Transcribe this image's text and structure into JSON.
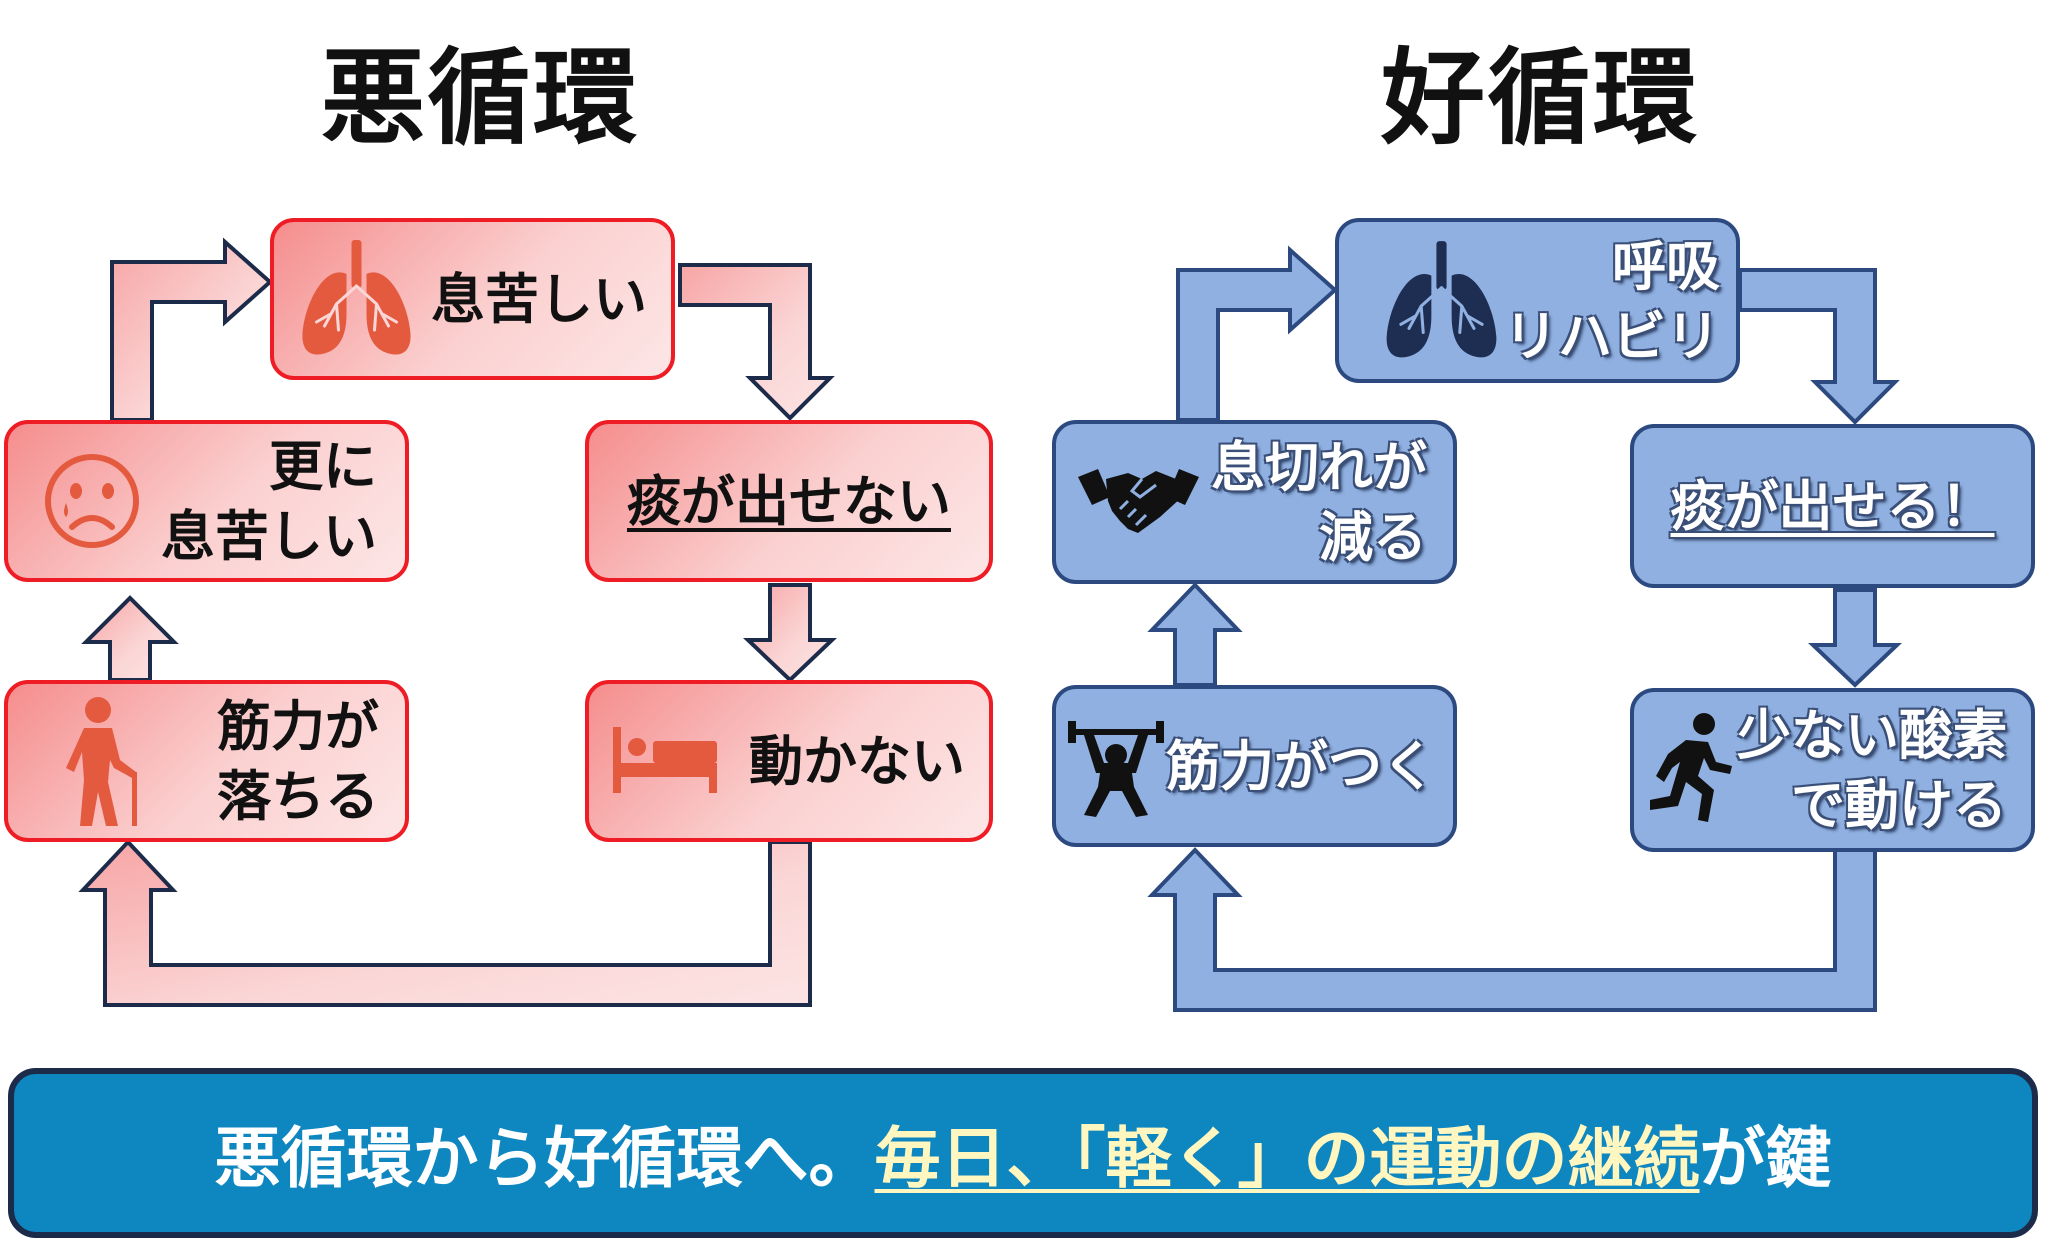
{
  "vicious": {
    "title": "悪循環",
    "color": "#ee1c24",
    "nodes": {
      "breathless": {
        "line1": "息苦しい",
        "icon": "lungs-icon"
      },
      "cant_cough": {
        "line1": "痰が出せない"
      },
      "immobile": {
        "line1": "動かない",
        "icon": "bed-icon"
      },
      "weak": {
        "line1": "筋力が",
        "line2": "落ちる",
        "icon": "elderly-cane-icon"
      },
      "more_breathless": {
        "line1": "更に",
        "line2": "息苦しい",
        "icon": "sad-face-icon"
      }
    }
  },
  "virtuous": {
    "title": "好循環",
    "color": "#8fb0e0",
    "nodes": {
      "rehab": {
        "line1": "呼吸",
        "line2": "リハビリ",
        "icon": "lungs-icon"
      },
      "can_cough": {
        "line1": "痰が出せる！"
      },
      "low_oxygen": {
        "line1": "少ない酸素",
        "line2": "で動ける",
        "icon": "runner-icon"
      },
      "stronger": {
        "line1": "筋力がつく",
        "icon": "weightlifter-icon"
      },
      "less_breathless": {
        "line1": "息切れが",
        "line2": "減る",
        "icon": "handshake-icon"
      }
    }
  },
  "banner": {
    "prefix": "悪循環から好循環へ。",
    "highlight": "毎日、「軽く」の運動の継続",
    "suffix": "が鍵"
  }
}
